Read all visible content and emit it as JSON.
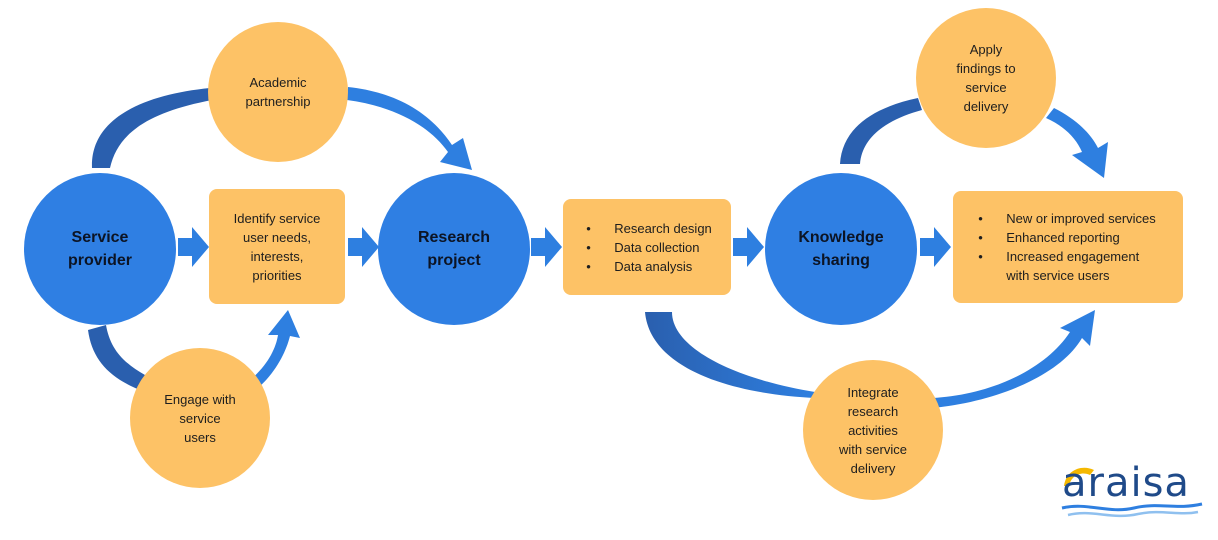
{
  "nodes": {
    "service_provider": "Service\nprovider",
    "research_project": "Research\nproject",
    "knowledge_sharing": "Knowledge\nsharing",
    "academic_partnership": "Academic\npartnership",
    "engage_users": "Engage with\nservice\nusers",
    "identify_needs": "Identify service\nuser needs,\ninterests,\npriorities",
    "apply_findings": "Apply\nfindings to\nservice\ndelivery",
    "integrate_research": "Integrate\nresearch\nactivities\nwith service\ndelivery"
  },
  "research_steps": [
    "Research design",
    "Data collection",
    "Data analysis"
  ],
  "outcomes": [
    "New or improved services",
    "Enhanced reporting",
    "Increased engagement\nwith service users"
  ],
  "logo": {
    "text": "araisa"
  },
  "colors": {
    "blue_circle": "#2f7fe3",
    "orange": "#fdc266",
    "arrow_blue": "#2e7fe0",
    "curve_dark_blue": "#2a5fae",
    "logo_blue": "#1f4a89",
    "logo_yellow": "#f5b800"
  }
}
